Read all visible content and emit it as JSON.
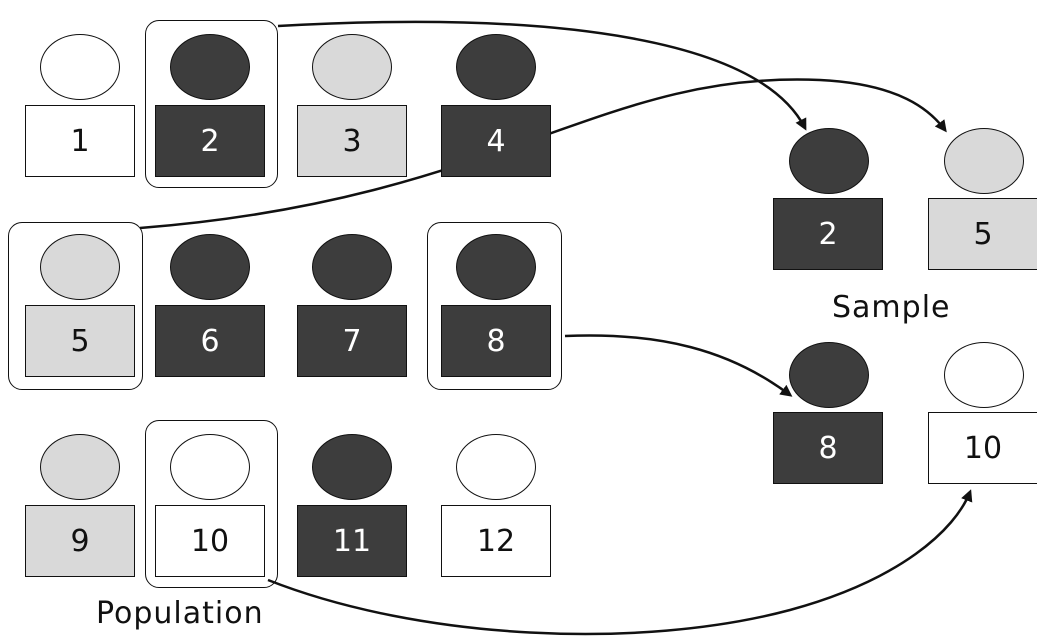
{
  "colors": {
    "dark": "#3d3d3d",
    "light": "#d9d9d9",
    "white": "#ffffff",
    "outline": "#111111"
  },
  "population": {
    "label": "Population",
    "units": [
      {
        "id": "1",
        "shade": "white"
      },
      {
        "id": "2",
        "shade": "dark",
        "selected": true
      },
      {
        "id": "3",
        "shade": "light"
      },
      {
        "id": "4",
        "shade": "dark"
      },
      {
        "id": "5",
        "shade": "light",
        "selected": true
      },
      {
        "id": "6",
        "shade": "dark"
      },
      {
        "id": "7",
        "shade": "dark"
      },
      {
        "id": "8",
        "shade": "dark",
        "selected": true
      },
      {
        "id": "9",
        "shade": "light"
      },
      {
        "id": "10",
        "shade": "white",
        "selected": true
      },
      {
        "id": "11",
        "shade": "dark"
      },
      {
        "id": "12",
        "shade": "white"
      }
    ]
  },
  "sample": {
    "label": "Sample",
    "units": [
      {
        "id": "2",
        "shade": "dark"
      },
      {
        "id": "5",
        "shade": "light"
      },
      {
        "id": "8",
        "shade": "dark"
      },
      {
        "id": "10",
        "shade": "white"
      }
    ]
  }
}
